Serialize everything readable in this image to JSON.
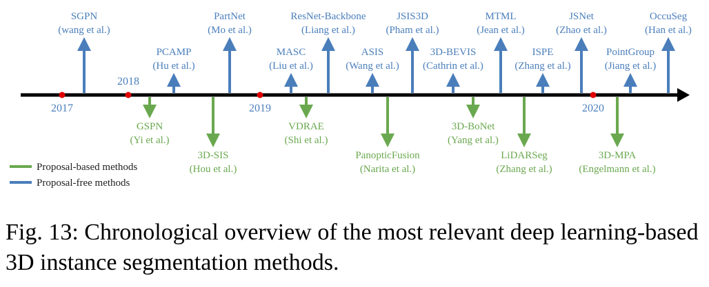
{
  "colors": {
    "free": "#4a7ebb",
    "based": "#6aa84f",
    "axis": "#000000",
    "year_dot": "#e00000",
    "year_text": "#4a7ebb"
  },
  "years": [
    {
      "label": "2017"
    },
    {
      "label": "2018"
    },
    {
      "label": "2019"
    },
    {
      "label": "2020"
    }
  ],
  "methods_above": [
    {
      "name": "SGPN",
      "cite": "(wang et al.)"
    },
    {
      "name": "PCAMP",
      "cite": "(Hu et al.)"
    },
    {
      "name": "PartNet",
      "cite": "(Mo et al.)"
    },
    {
      "name": "MASC",
      "cite": "(Liu et al.)"
    },
    {
      "name": "ResNet-Backbone",
      "cite": "(Liang et al.)"
    },
    {
      "name": "ASIS",
      "cite": "(Wang et al.)"
    },
    {
      "name": "JSIS3D",
      "cite": "(Pham et al.)"
    },
    {
      "name": "3D-BEVIS",
      "cite": "(Cathrin et al.)"
    },
    {
      "name": "MTML",
      "cite": "(Jean et al.)"
    },
    {
      "name": "ISPE",
      "cite": "(Zhang et al.)"
    },
    {
      "name": "JSNet",
      "cite": "(Zhao et al.)"
    },
    {
      "name": "PointGroup",
      "cite": "(Jiang et al.)"
    },
    {
      "name": "OccuSeg",
      "cite": "(Han et al.)"
    }
  ],
  "methods_below": [
    {
      "name": "GSPN",
      "cite": "(Yi et al.)"
    },
    {
      "name": "3D-SIS",
      "cite": "(Hou et al.)"
    },
    {
      "name": "VDRAE",
      "cite": "(Shi et al.)"
    },
    {
      "name": "PanopticFusion",
      "cite": "(Narita et al.)"
    },
    {
      "name": "3D-BoNet",
      "cite": "(Yang et al.)"
    },
    {
      "name": "LiDARSeg",
      "cite": "(Zhang et al.)"
    },
    {
      "name": "3D-MPA",
      "cite": "(Engelmann et al.)"
    }
  ],
  "legend": {
    "based": "Proposal-based methods",
    "free": "Proposal-free methods"
  },
  "caption": "Fig. 13: Chronological overview of the most relevant deep learning-based 3D instance segmentation methods."
}
